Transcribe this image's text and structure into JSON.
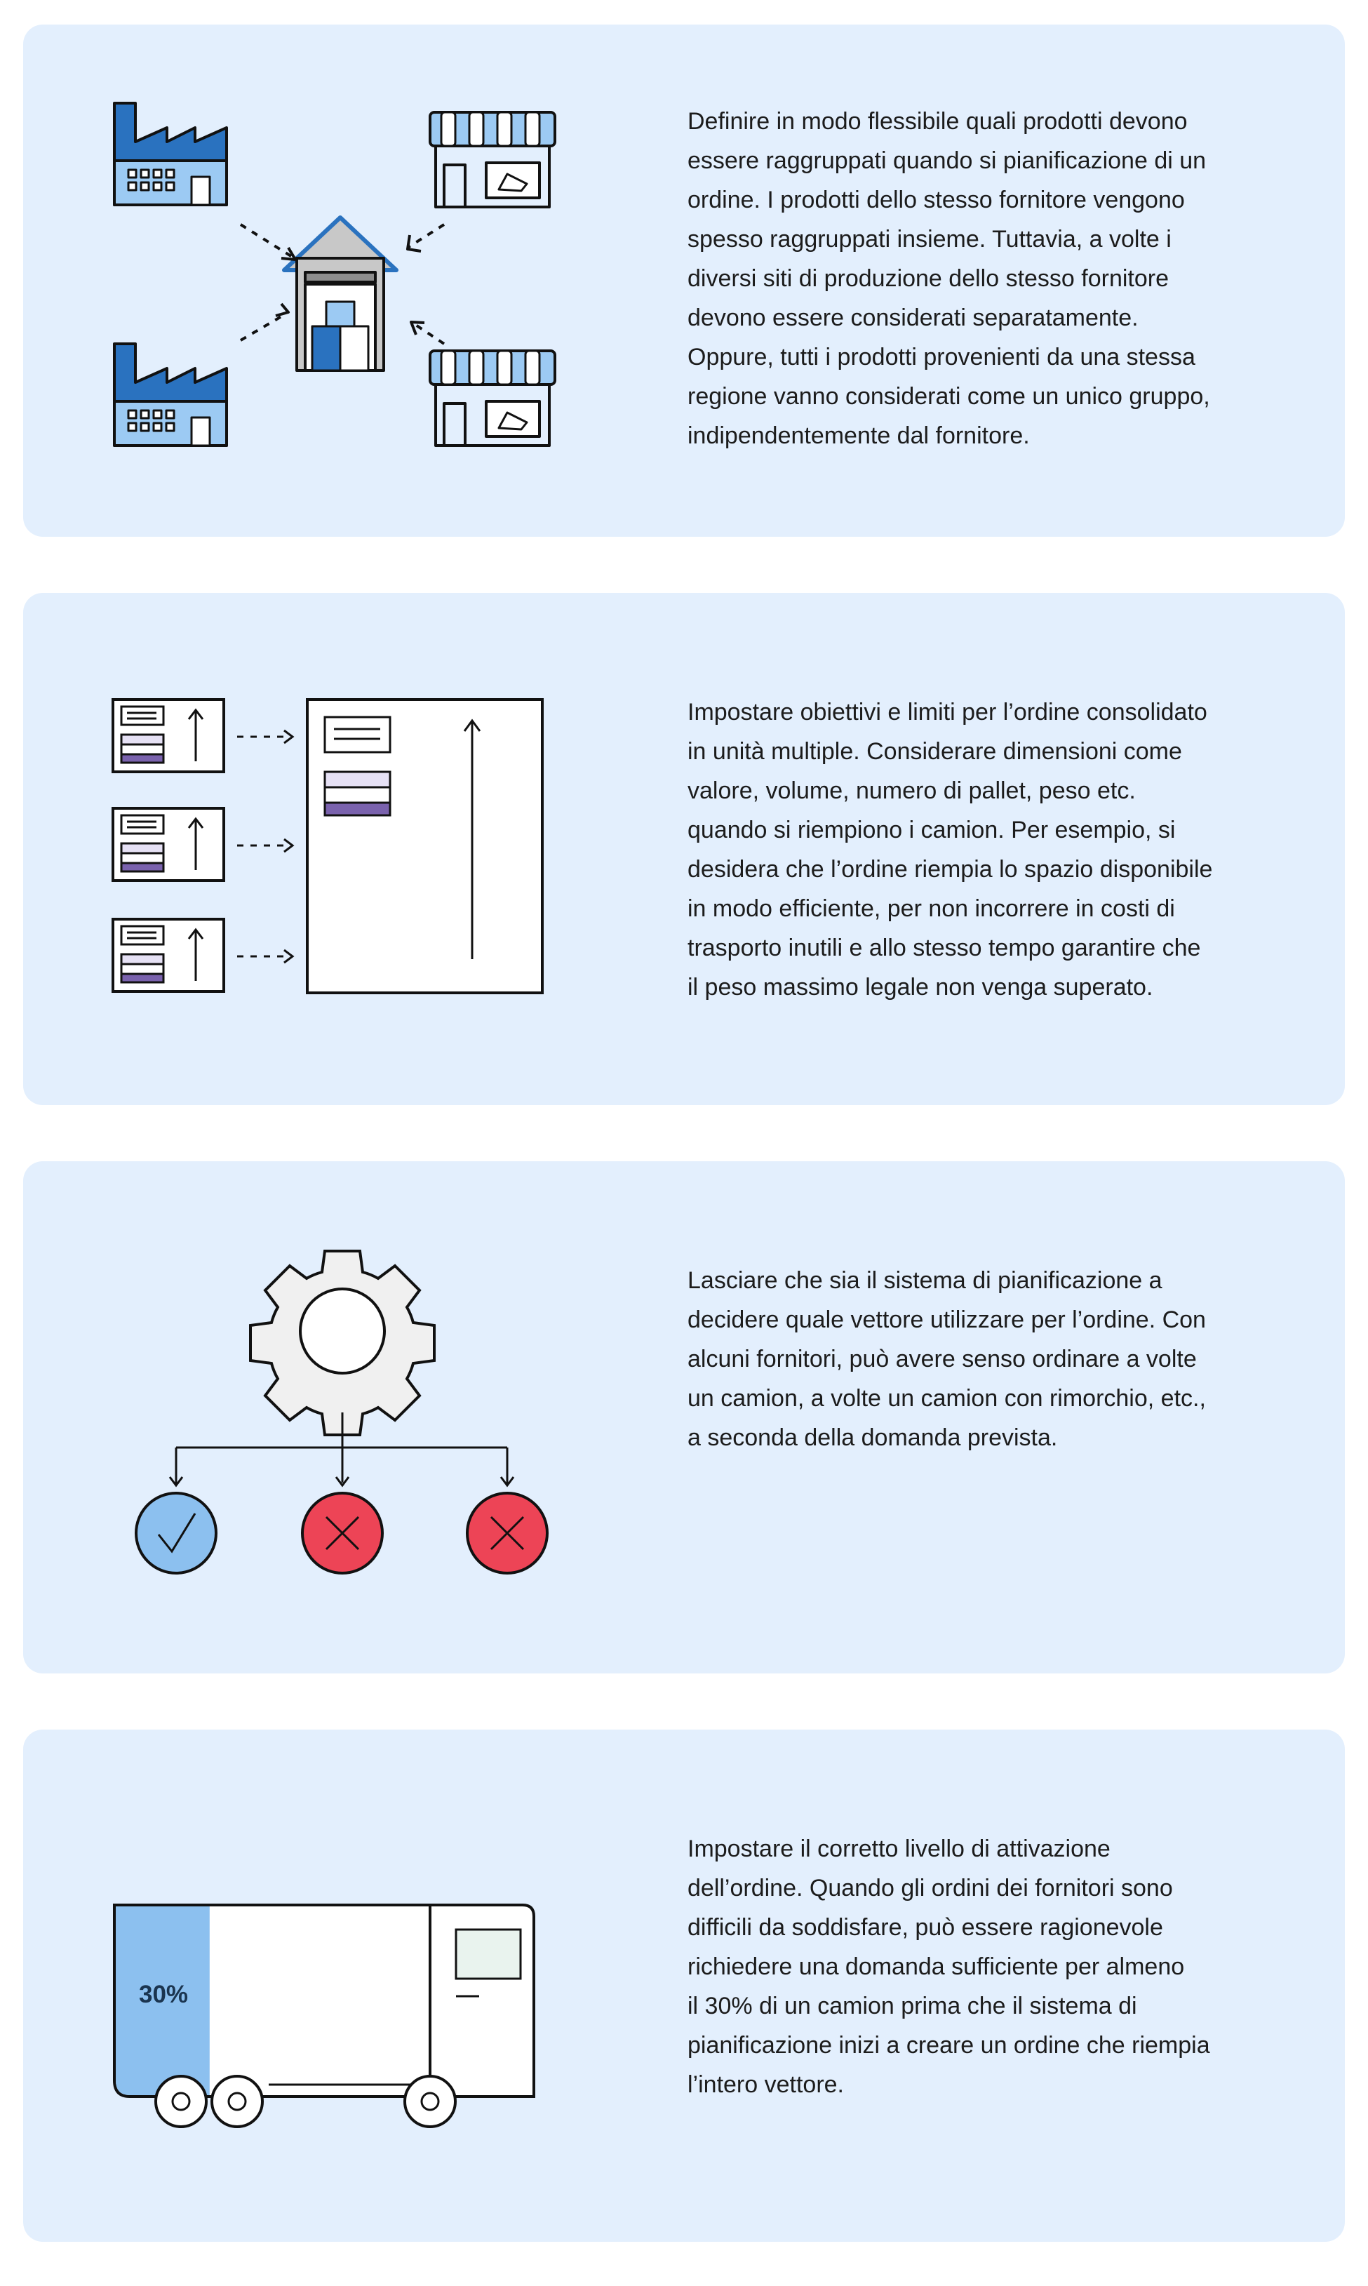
{
  "colors": {
    "card_bg": "#e3effd",
    "dark_blue": "#2a72bf",
    "mid_blue": "#5aa2e0",
    "light_blue": "#9ccaf3",
    "purple": "#7a62ad",
    "lavender": "#e6e1f5",
    "red": "#ed4456",
    "check_blue": "#8cc0ef",
    "gray": "#c8c8c8"
  },
  "sections": [
    {
      "id": "grouping",
      "illustration": [
        "factory-icon",
        "factory-icon",
        "shop-icon",
        "shop-icon",
        "warehouse-icon"
      ],
      "text": "Definire in modo flessibile quali prodotti devono\nessere raggruppati quando si pianificazione di un\nordine. I prodotti dello stesso fornitore vengono\nspesso raggruppati insieme. Tuttavia, a volte i\ndiversi siti di produzione dello stesso fornitore\ndevono essere considerati separatamente.\nOppure, tutti i prodotti provenienti da una stessa\nregione vanno considerati come un unico gruppo,\nindipendentemente dal fornitore."
    },
    {
      "id": "targets",
      "illustration": [
        "order-card-icon",
        "order-card-icon",
        "order-card-icon",
        "consolidated-order-icon"
      ],
      "text": "Impostare obiettivi e limiti per l’ordine consolidato\nin unità multiple. Considerare dimensioni come\nvalore, volume, numero di pallet, peso etc.\nquando si riempiono i camion. Per esempio, si\ndesidera che l’ordine riempia lo spazio disponibile\nin modo efficiente, per non incorrere in costi di\ntrasporto inutili e allo stesso tempo garantire che\nil peso massimo legale non venga superato."
    },
    {
      "id": "carrier",
      "illustration": [
        "gear-icon",
        "check-circle-icon",
        "cross-circle-icon",
        "cross-circle-icon"
      ],
      "text": "Lasciare che sia il sistema di pianificazione a\ndecidere quale vettore utilizzare per l’ordine. Con\nalcuni fornitori,  può avere senso ordinare a volte\nun camion, a volte un camion con rimorchio, etc.,\na seconda della domanda prevista."
    },
    {
      "id": "activation",
      "illustration": [
        "truck-icon"
      ],
      "truck_fill_label": "30%",
      "truck_fill_fraction": 0.3,
      "text": "Impostare il corretto livello di attivazione\ndell’ordine. Quando gli ordini dei fornitori sono\ndifficili da soddisfare, può essere ragionevole\nrichiedere una domanda sufficiente per almeno\nil 30% di un camion prima che il sistema di\npianificazione inizi a creare un ordine che riempia\nl’intero vettore."
    }
  ]
}
